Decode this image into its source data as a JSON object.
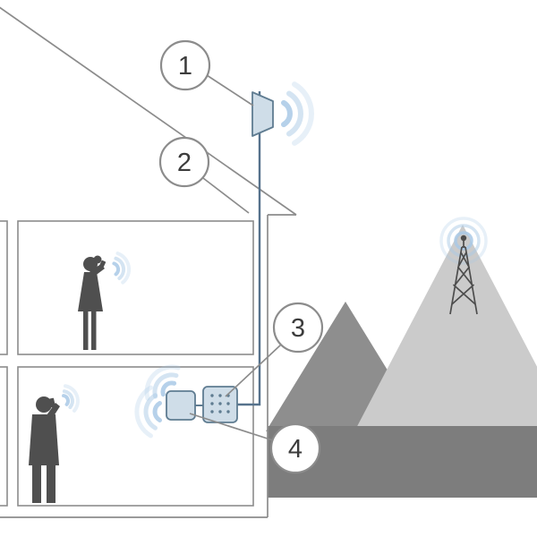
{
  "diagram": {
    "callouts": [
      {
        "number": "1",
        "label": "outdoor-antenna"
      },
      {
        "number": "2",
        "label": "cable"
      },
      {
        "number": "3",
        "label": "signal-booster"
      },
      {
        "number": "4",
        "label": "indoor-antenna"
      }
    ],
    "colors": {
      "line": "#8c8c8c",
      "text": "#3c3c3c",
      "device_fill": "#cfdde8",
      "device_border": "#5f7c91",
      "cable": "#56728c",
      "wave": "#a9c9e6",
      "silhouette": "#4f4f4f",
      "mountain_dark": "#8e8e8e",
      "mountain_light": "#cbcbcb",
      "band": "#7d7d7d",
      "tower": "#4d4d4d",
      "background": "#ffffff"
    }
  }
}
